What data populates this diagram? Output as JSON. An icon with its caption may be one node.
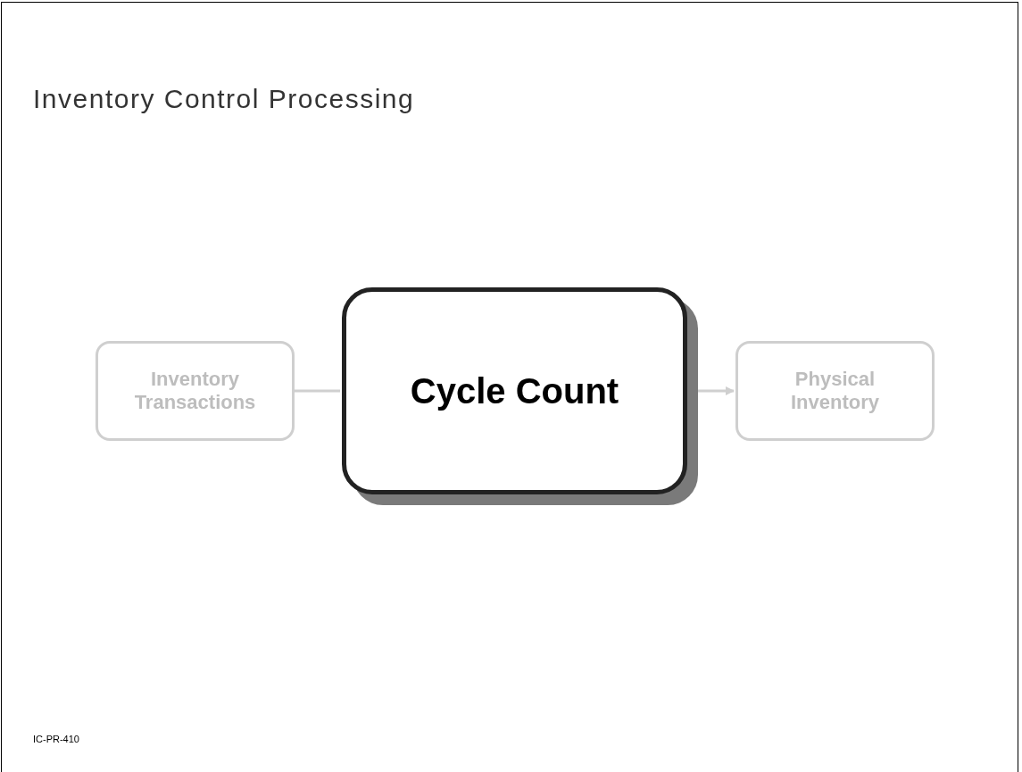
{
  "diagram": {
    "title": "Inventory Control Processing",
    "nodes": [
      {
        "text": [
          "Inventory Transactions"
        ]
      },
      {
        "text": [
          "Cycle Count"
        ]
      },
      {
        "text": [
          "Physical Inventory"
        ]
      }
    ],
    "edges": [
      {
        "from": 0,
        "to": 1,
        "arrow": "none"
      },
      {
        "from": 1,
        "to": 2,
        "arrow": "to"
      }
    ],
    "labels": [
      "IC-PR-410"
    ]
  }
}
